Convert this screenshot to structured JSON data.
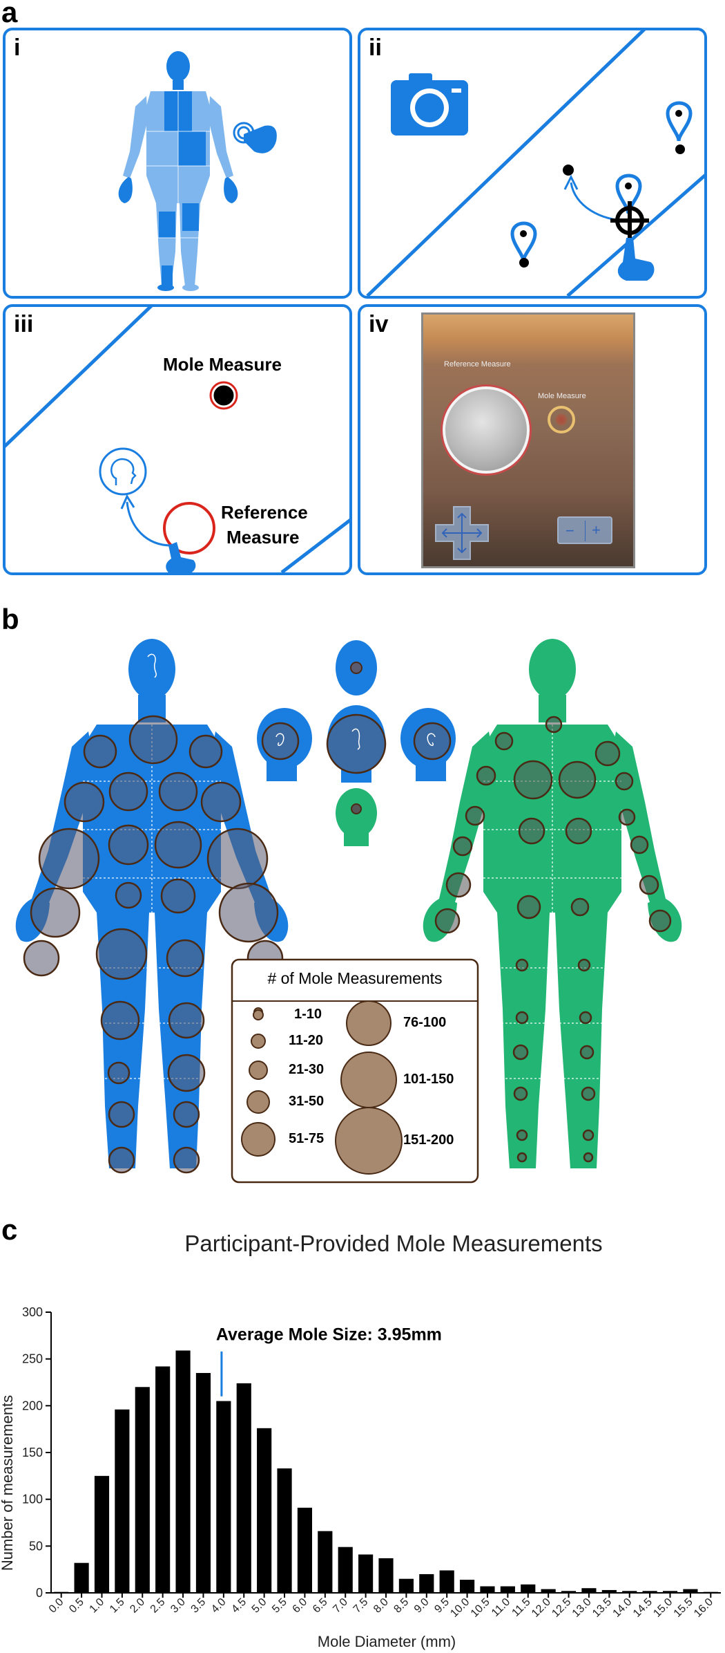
{
  "panel_letters": {
    "a": "a",
    "b": "b",
    "c": "c"
  },
  "subpanels": {
    "i": "i",
    "ii": "ii",
    "iii": "iii",
    "iv": "iv"
  },
  "panel_a": {
    "iii_mole_label": "Mole Measure",
    "iii_ref_label_1": "Reference",
    "iii_ref_label_2": "Measure",
    "iv_ref_label": "Reference Measure",
    "iv_mole_label": "Mole Measure"
  },
  "legend": {
    "title": "# of Mole Measurements",
    "items": [
      "1-10",
      "11-20",
      "21-30",
      "31-50",
      "51-75",
      "76-100",
      "101-150",
      "151-200"
    ]
  },
  "colors": {
    "blue": "#1a7ee0",
    "green": "#22b573",
    "mole": "#a6896e",
    "bar": "#000000"
  },
  "chart_data": {
    "type": "bar",
    "title": "Participant-Provided Mole Measurements",
    "xlabel": "Mole Diameter (mm)",
    "ylabel": "Number of measurements",
    "ylim": [
      0,
      300
    ],
    "yticks": [
      0,
      50,
      100,
      150,
      200,
      250,
      300
    ],
    "annotation": "Average Mole Size: 3.95mm",
    "annotation_x": 3.95,
    "categories": [
      "0.0",
      "0.5",
      "1.0",
      "1.5",
      "2.0",
      "2.5",
      "3.0",
      "3.5",
      "4.0",
      "4.5",
      "5.0",
      "5.5",
      "6.0",
      "6.5",
      "7.0",
      "7.5",
      "8.0",
      "8.5",
      "9.0",
      "9.5",
      "10.0",
      "10.5",
      "11.0",
      "11.5",
      "12.0",
      "12.5",
      "13.0",
      "13.5",
      "14.0",
      "14.5",
      "15.0",
      "15.5",
      "16.0"
    ],
    "values": [
      1,
      32,
      125,
      196,
      220,
      242,
      259,
      235,
      205,
      224,
      176,
      133,
      91,
      66,
      49,
      41,
      37,
      15,
      20,
      24,
      14,
      7,
      7,
      9,
      4,
      2,
      5,
      3,
      2,
      2,
      2,
      4,
      1
    ]
  }
}
